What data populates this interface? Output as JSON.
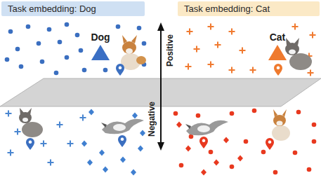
{
  "diagram": {
    "nodes": [
      {
        "text": [
          "Task embedding: Dog"
        ]
      },
      {
        "text": [
          "Task embedding: Cat"
        ]
      }
    ],
    "labels": [
      "Dog",
      "Cat",
      "Positive",
      "Negative"
    ]
  }
}
